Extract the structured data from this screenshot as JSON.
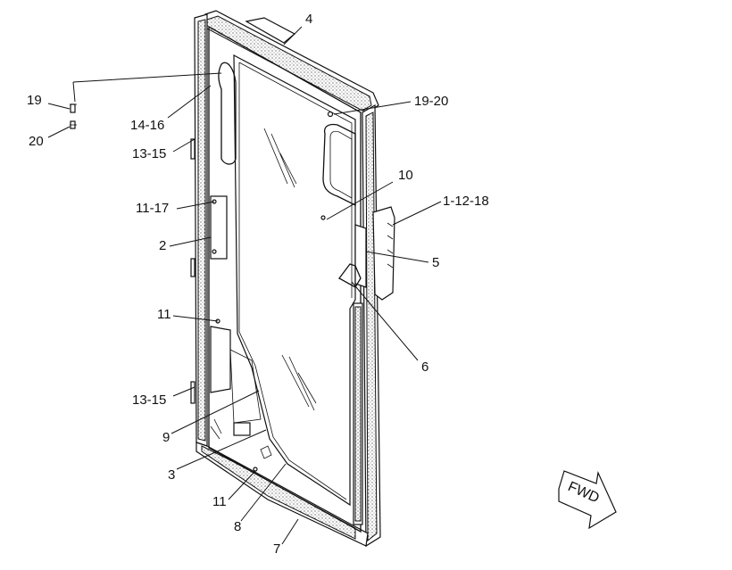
{
  "diagram": {
    "callouts": {
      "c4": "4",
      "c19_20_top": "19-20",
      "c19": "19",
      "c20": "20",
      "c14_16": "14-16",
      "c13_15_top": "13-15",
      "c10": "10",
      "c1_12_18": "1-12-18",
      "c11_17": "11-17",
      "c2": "2",
      "c5": "5",
      "c11_mid": "11",
      "c6": "6",
      "c13_15_bottom": "13-15",
      "c9": "9",
      "c3": "3",
      "c11_bottom": "11",
      "c8": "8",
      "c7": "7"
    },
    "direction_arrow": "FWD"
  }
}
